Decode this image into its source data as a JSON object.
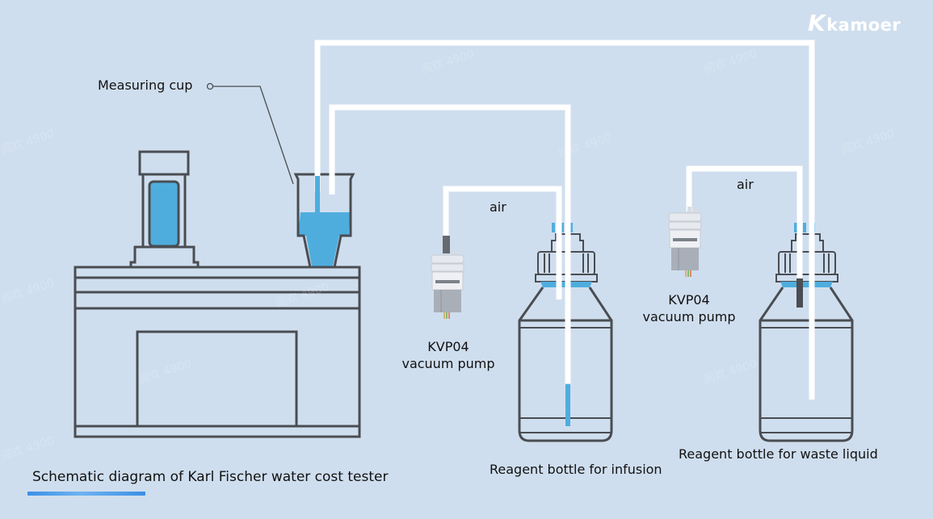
{
  "brand": {
    "logo_text": "kamoer",
    "logo_mark": "K"
  },
  "diagram": {
    "title": "Schematic diagram of Karl Fischer water cost tester",
    "labels": {
      "measuring_cup": "Measuring cup",
      "air_left": "air",
      "air_right": "air",
      "pump_left_model": "KVP04",
      "pump_left_type": "vacuum pump",
      "pump_right_model": "KVP04",
      "pump_right_type": "vacuum pump",
      "bottle_infusion": "Reagent bottle for infusion",
      "bottle_waste": "Reagent bottle for waste liquid"
    },
    "watermark": "阅欢 4900",
    "colors": {
      "background": "#cfdeee",
      "outline": "#4a4d52",
      "liquid": "#4fadde",
      "tube": "#ffffff",
      "accent_underline": "#3a8fe6"
    }
  }
}
